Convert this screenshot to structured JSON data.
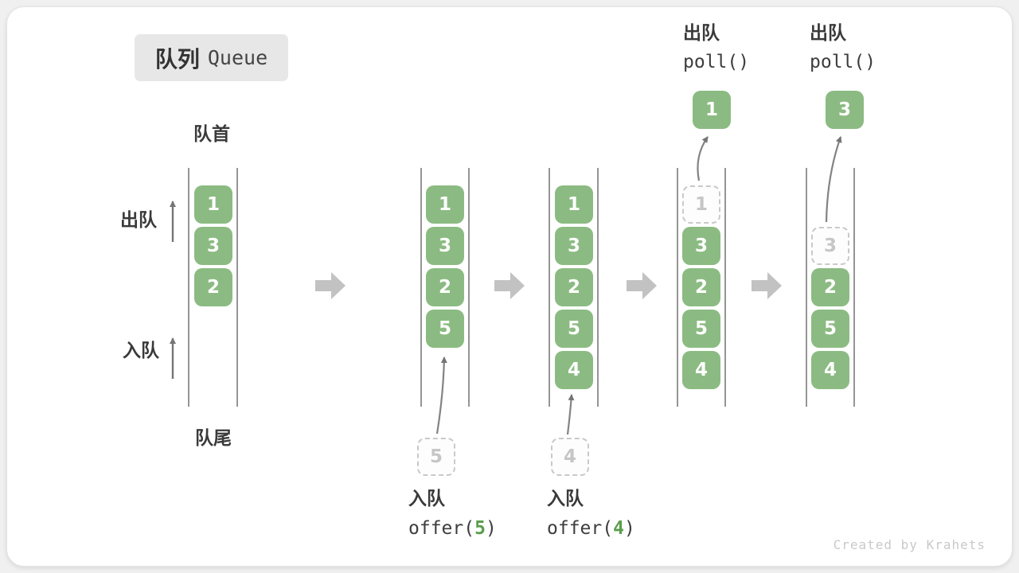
{
  "title": {
    "zh": "队列",
    "en": "Queue"
  },
  "labels": {
    "front": "队首",
    "rear": "队尾",
    "dequeue_side": "出队",
    "enqueue_side": "入队"
  },
  "colors": {
    "box_green": "#8bbb82",
    "accent_green": "#5a9e4c",
    "step_arrow_gray": "#c2c2c2",
    "channel_line": "#5c5c5c",
    "text_dark": "#3a3a3a",
    "dashed_muted": "#c6c6c6"
  },
  "states": [
    {
      "queue": [
        "1",
        "3",
        "2"
      ]
    },
    {
      "queue": [
        "1",
        "3",
        "2",
        "5"
      ],
      "incoming": "5",
      "op": {
        "action": "入队",
        "call_open": "offer(",
        "arg": "5",
        "call_close": ")"
      }
    },
    {
      "queue": [
        "1",
        "3",
        "2",
        "5",
        "4"
      ],
      "incoming": "4",
      "op": {
        "action": "入队",
        "call_open": "offer(",
        "arg": "4",
        "call_close": ")"
      }
    },
    {
      "queue": [
        "3",
        "2",
        "5",
        "4"
      ],
      "removed": "1",
      "polled": "1",
      "op": {
        "action": "出队",
        "call": "poll()"
      }
    },
    {
      "queue": [
        "2",
        "5",
        "4"
      ],
      "removed": "3",
      "polled": "3",
      "op": {
        "action": "出队",
        "call": "poll()"
      }
    }
  ],
  "watermark": "Created by Krahets"
}
